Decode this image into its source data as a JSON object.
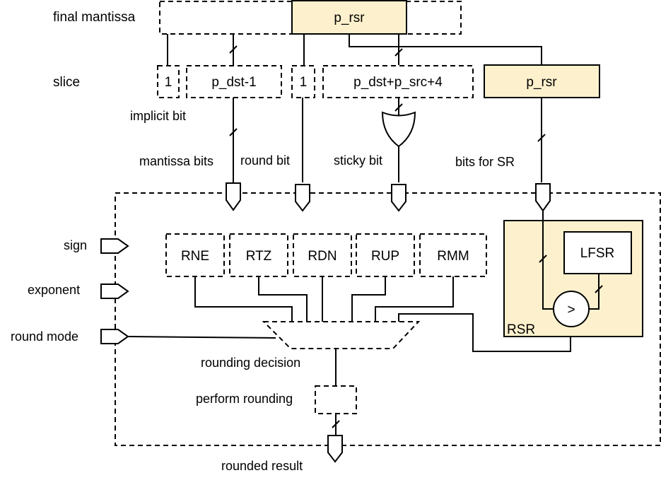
{
  "labels": {
    "final_mantissa": "final mantissa",
    "slice": "slice",
    "implicit_bit": "implicit bit",
    "mantissa_bits": "mantissa bits",
    "round_bit": "round bit",
    "sticky_bit": "sticky bit",
    "bits_for_sr": "bits for SR",
    "sign": "sign",
    "exponent": "exponent",
    "round_mode": "round mode",
    "rounding_decision": "rounding decision",
    "perform_rounding": "perform rounding",
    "rounded_result": "rounded result"
  },
  "top_box": "p_rsr",
  "slices": {
    "one_a": "1",
    "p_dst_minus_1": "p_dst-1",
    "one_b": "1",
    "p_dst_src_4": "p_dst+p_src+4",
    "p_rsr": "p_rsr"
  },
  "modes": [
    "RNE",
    "RTZ",
    "RDN",
    "RUP",
    "RMM"
  ],
  "rsr": {
    "label": "RSR",
    "lfsr": "LFSR",
    "comparator": ">"
  },
  "colors": {
    "highlight_fill": "#fdf1cd",
    "stroke": "#000000"
  }
}
